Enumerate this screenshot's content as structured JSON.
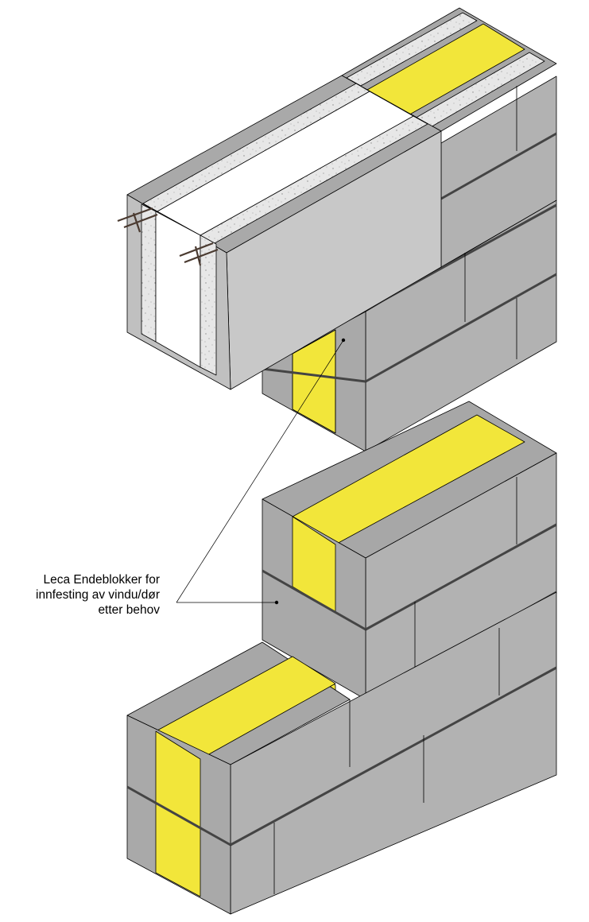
{
  "annotation": {
    "lines": [
      "Leca Endeblokker for",
      "innfesting av vindu/dør",
      "etter behov"
    ]
  },
  "colors": {
    "block_face": "#b2b2b2",
    "block_top": "#a7a7a7",
    "block_side": "#999999",
    "insulation": "#f2e63a",
    "concrete": "#e7e7e7",
    "lintel_face": "#c8c8c8",
    "edge": "#000000",
    "joint": "#555555"
  }
}
